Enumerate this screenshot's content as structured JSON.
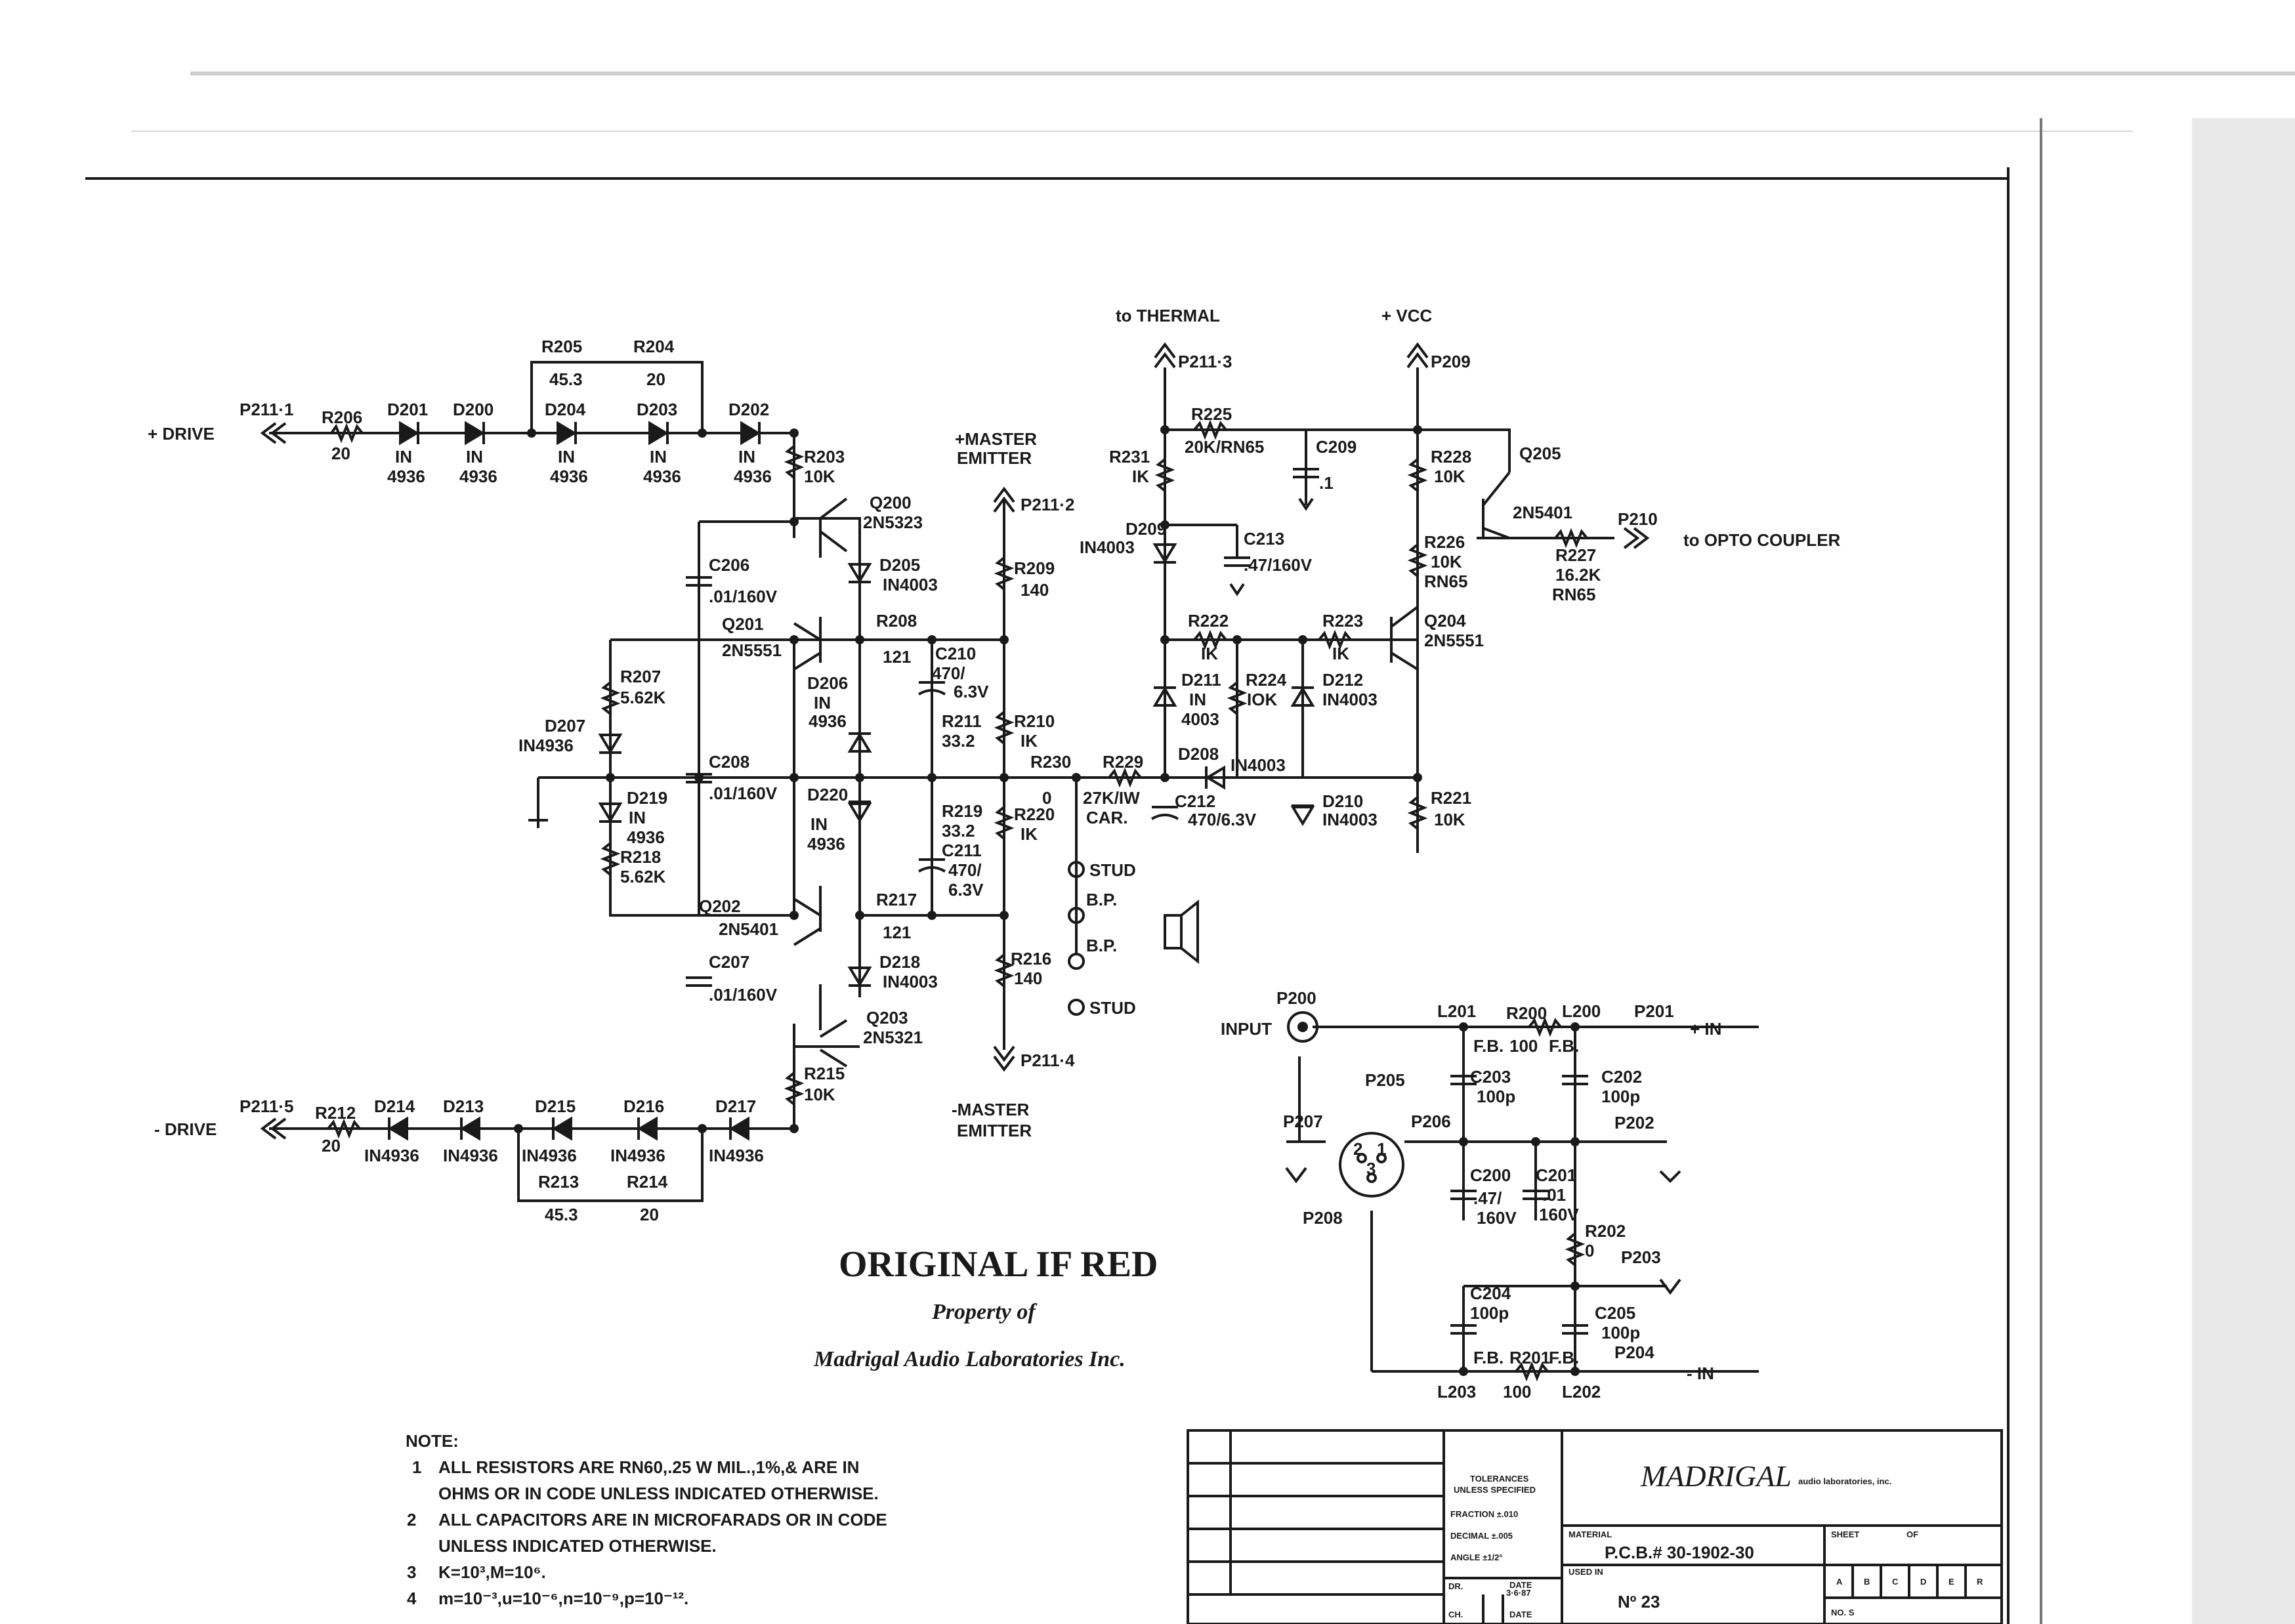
{
  "schematic": {
    "power": {
      "thermal": "to THERMAL",
      "vcc": "+ VCC",
      "p211_3": "P211·3",
      "p209": "P209",
      "p210": "P210",
      "opto": "to OPTO COUPLER"
    },
    "drive": {
      "plus": "+ DRIVE",
      "minus": "- DRIVE",
      "p211_1": "P211·1",
      "p211_5": "P211·5"
    },
    "emitter": {
      "master_plus": "+MASTER",
      "master_minus": "-MASTER",
      "word": "EMITTER",
      "p211_2": "P211·2",
      "p211_4": "P211·4"
    },
    "speaker": {
      "stud": "STUD",
      "bp": "B.P."
    },
    "input_section": {
      "p200": "P200",
      "input": "INPUT",
      "p201": "P201",
      "plus_in": "+ IN",
      "p202": "P202",
      "p203": "P203",
      "p204": "P204",
      "minus_in": "- IN",
      "p205": "P205",
      "p206": "P206",
      "p207": "P207",
      "p208": "P208",
      "pin1": "2",
      "pin2": "1",
      "pin3": "3",
      "fb": "F.B."
    },
    "labels": [
      {
        "t": "R205"
      },
      {
        "t": "45.3"
      },
      {
        "t": "R204"
      },
      {
        "t": "20"
      },
      {
        "t": "R206"
      },
      {
        "t": "20"
      },
      {
        "t": "D201"
      },
      {
        "t": "IN"
      },
      {
        "t": "4936"
      },
      {
        "t": "D200"
      },
      {
        "t": "IN"
      },
      {
        "t": "4936"
      },
      {
        "t": "D204"
      },
      {
        "t": "IN"
      },
      {
        "t": "4936"
      },
      {
        "t": "D203"
      },
      {
        "t": "IN"
      },
      {
        "t": "4936"
      },
      {
        "t": "D202"
      },
      {
        "t": "IN"
      },
      {
        "t": "4936"
      },
      {
        "t": "R203"
      },
      {
        "t": "10K"
      },
      {
        "t": "Q200"
      },
      {
        "t": "2N5323"
      },
      {
        "t": "D205"
      },
      {
        "t": "IN4003"
      },
      {
        "t": "C206"
      },
      {
        "t": ".01/160V"
      },
      {
        "t": "Q201"
      },
      {
        "t": "2N5551"
      },
      {
        "t": "R208"
      },
      {
        "t": "121"
      },
      {
        "t": "C210"
      },
      {
        "t": "470/"
      },
      {
        "t": "6.3V"
      },
      {
        "t": "R207"
      },
      {
        "t": "5.62K"
      },
      {
        "t": "D207"
      },
      {
        "t": "IN4936"
      },
      {
        "t": "D206"
      },
      {
        "t": "IN"
      },
      {
        "t": "4936"
      },
      {
        "t": "R211"
      },
      {
        "t": "33.2"
      },
      {
        "t": "R209"
      },
      {
        "t": "140"
      },
      {
        "t": "R210"
      },
      {
        "t": "IK"
      },
      {
        "t": "C208"
      },
      {
        "t": ".01/160V"
      },
      {
        "t": "D219"
      },
      {
        "t": "IN"
      },
      {
        "t": "4936"
      },
      {
        "t": "R218"
      },
      {
        "t": "5.62K"
      },
      {
        "t": "D220"
      },
      {
        "t": "IN"
      },
      {
        "t": "4936"
      },
      {
        "t": "R219"
      },
      {
        "t": "33.2"
      },
      {
        "t": "C211"
      },
      {
        "t": "470/"
      },
      {
        "t": "6.3V"
      },
      {
        "t": "R220"
      },
      {
        "t": "IK"
      },
      {
        "t": "R230"
      },
      {
        "t": "0"
      },
      {
        "t": "R229"
      },
      {
        "t": "27K/IW"
      },
      {
        "t": "CAR."
      },
      {
        "t": "Q202"
      },
      {
        "t": "2N5401"
      },
      {
        "t": "R217"
      },
      {
        "t": "121"
      },
      {
        "t": "C207"
      },
      {
        "t": ".01/160V"
      },
      {
        "t": "D218"
      },
      {
        "t": "IN4003"
      },
      {
        "t": "Q203"
      },
      {
        "t": "2N5321"
      },
      {
        "t": "R216"
      },
      {
        "t": "140"
      },
      {
        "t": "R215"
      },
      {
        "t": "10K"
      },
      {
        "t": "R212"
      },
      {
        "t": "20"
      },
      {
        "t": "D214"
      },
      {
        "t": "D213"
      },
      {
        "t": "D215"
      },
      {
        "t": "D216"
      },
      {
        "t": "D217"
      },
      {
        "t": "IN4936"
      },
      {
        "t": "IN4936"
      },
      {
        "t": "IN4936"
      },
      {
        "t": "IN4936"
      },
      {
        "t": "IN4936"
      },
      {
        "t": "R213"
      },
      {
        "t": "45.3"
      },
      {
        "t": "R214"
      },
      {
        "t": "20"
      },
      {
        "t": "R225"
      },
      {
        "t": "20K/RN65"
      },
      {
        "t": "C209"
      },
      {
        "t": ".1"
      },
      {
        "t": "R231"
      },
      {
        "t": "IK"
      },
      {
        "t": "R228"
      },
      {
        "t": "10K"
      },
      {
        "t": "Q205"
      },
      {
        "t": "2N5401"
      },
      {
        "t": "R226"
      },
      {
        "t": "10K"
      },
      {
        "t": "RN65"
      },
      {
        "t": "R227"
      },
      {
        "t": "16.2K"
      },
      {
        "t": "RN65"
      },
      {
        "t": "D209"
      },
      {
        "t": "IN4003"
      },
      {
        "t": "C213"
      },
      {
        "t": ".47/160V"
      },
      {
        "t": "R222"
      },
      {
        "t": "IK"
      },
      {
        "t": "R223"
      },
      {
        "t": "IK"
      },
      {
        "t": "Q204"
      },
      {
        "t": "2N5551"
      },
      {
        "t": "D211"
      },
      {
        "t": "IN"
      },
      {
        "t": "4003"
      },
      {
        "t": "R224"
      },
      {
        "t": "IOK"
      },
      {
        "t": "D212"
      },
      {
        "t": "IN4003"
      },
      {
        "t": "D208"
      },
      {
        "t": "IN4003"
      },
      {
        "t": "C212"
      },
      {
        "t": "470/6.3V"
      },
      {
        "t": "D210"
      },
      {
        "t": "IN4003"
      },
      {
        "t": "R221"
      },
      {
        "t": "10K"
      },
      {
        "t": "L201"
      },
      {
        "t": "R200"
      },
      {
        "t": "100"
      },
      {
        "t": "L200"
      },
      {
        "t": "C203"
      },
      {
        "t": "100p"
      },
      {
        "t": "C202"
      },
      {
        "t": "100p"
      },
      {
        "t": "C200"
      },
      {
        "t": ".47/"
      },
      {
        "t": "160V"
      },
      {
        "t": "C201"
      },
      {
        "t": ".01"
      },
      {
        "t": "160V"
      },
      {
        "t": "R202"
      },
      {
        "t": "0"
      },
      {
        "t": "C204"
      },
      {
        "t": "100p"
      },
      {
        "t": "C205"
      },
      {
        "t": "100p"
      },
      {
        "t": "R201"
      },
      {
        "t": "L203"
      },
      {
        "t": "100"
      },
      {
        "t": "L202"
      }
    ]
  },
  "stamp": {
    "line1": "ORIGINAL IF RED",
    "line2": "Property of",
    "line3": "Madrigal Audio Laboratories Inc."
  },
  "notes": {
    "title": "NOTE:",
    "items": [
      {
        "num": "1",
        "text": "ALL RESISTORS ARE RN60,.25 W MIL.,1%,& ARE IN"
      },
      {
        "num": "",
        "text": "OHMS OR IN CODE UNLESS INDICATED OTHERWISE."
      },
      {
        "num": "2",
        "text": "ALL CAPACITORS ARE IN MICROFARADS OR IN CODE"
      },
      {
        "num": "",
        "text": "UNLESS INDICATED OTHERWISE."
      },
      {
        "num": "3",
        "text": "K=10³,M=10⁶."
      },
      {
        "num": "4",
        "text": "m=10⁻³,u=10⁻⁶,n=10⁻⁹,p=10⁻¹²."
      }
    ]
  },
  "title_block": {
    "tolerances": "TOLERANCES",
    "unless": "UNLESS SPECIFIED",
    "fraction": "FRACTION ±.010",
    "decimal": "DECIMAL ±.005",
    "angle": "ANGLE ±1/2°",
    "material_label": "MATERIAL",
    "material": "P.C.B.# 30-1902-30",
    "used_in_label": "USED IN",
    "used_in": "Nº 23",
    "brand": "MADRIGAL",
    "brand_sub": "audio laboratories, inc.",
    "sheet": "SHEET",
    "of": "OF",
    "rev": [
      "A",
      "B",
      "C",
      "D",
      "E",
      "R"
    ],
    "dr": "DR.",
    "ch": "CH.",
    "date_label": "DATE",
    "date": "3·6·87",
    "date2": "DATE",
    "no": "NO. S"
  }
}
